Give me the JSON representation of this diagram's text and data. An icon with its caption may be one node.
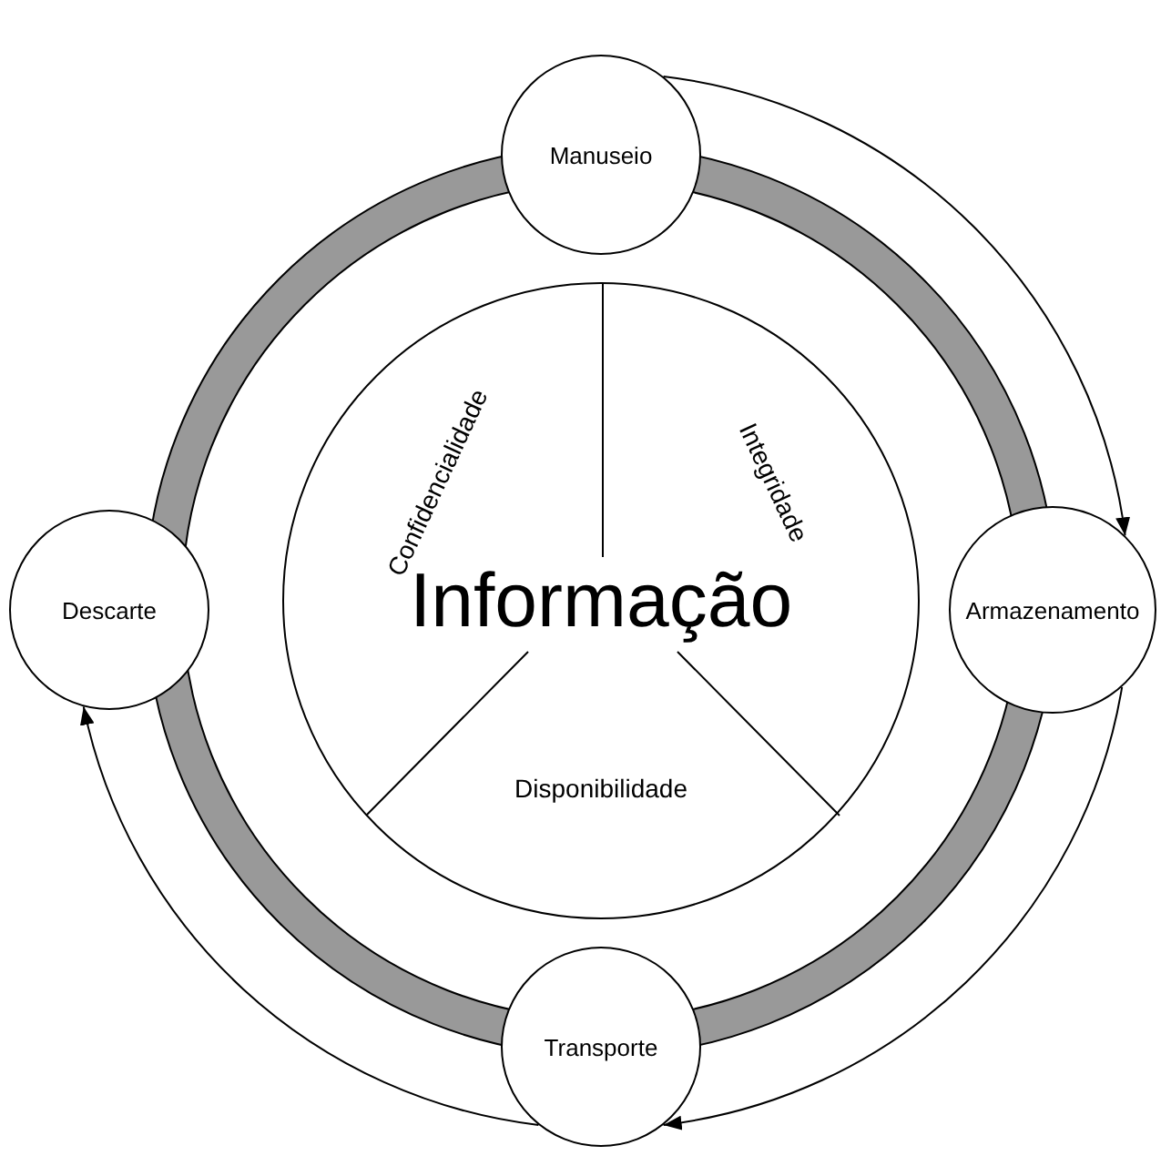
{
  "diagram": {
    "nodes": [
      {
        "text": [
          "Manuseio"
        ]
      },
      {
        "text": [
          "Armazenamento"
        ]
      },
      {
        "text": [
          "Transporte"
        ]
      },
      {
        "text": [
          "Descarte"
        ]
      },
      {
        "text": [
          "Informação"
        ]
      },
      {
        "text": [
          "Confidencialidade"
        ],
        "in": 4
      },
      {
        "text": [
          "Integridade"
        ],
        "in": 4
      },
      {
        "text": [
          "Disponibilidade"
        ],
        "in": 4
      }
    ],
    "edges": [
      {
        "from": 0,
        "to": 1,
        "arrow": "to"
      },
      {
        "from": 1,
        "to": 2,
        "arrow": "to"
      },
      {
        "from": 2,
        "to": 3,
        "arrow": "to"
      }
    ]
  }
}
